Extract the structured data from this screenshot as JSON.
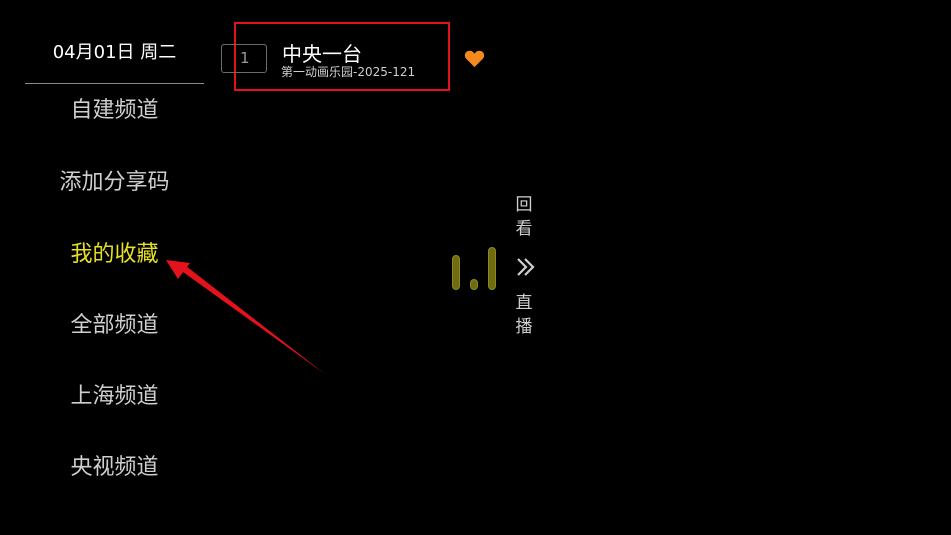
{
  "sidebar": {
    "date": "04月01日 周二",
    "categories": [
      {
        "label": "自建频道"
      },
      {
        "label": "添加分享码"
      },
      {
        "label": "我的收藏"
      },
      {
        "label": "全部频道"
      },
      {
        "label": "上海频道"
      },
      {
        "label": "央视频道"
      }
    ],
    "active_index": 2
  },
  "channel_list": {
    "items": [
      {
        "number": "1",
        "name": "中央一台",
        "program": "第一动画乐园-2025-121",
        "favorite": true
      }
    ]
  },
  "side_nav": {
    "replay_label": "回看",
    "live_label": "直播"
  },
  "icons": {
    "favorite": "heart-icon",
    "signal": "signal-bars-icon",
    "next": "double-chevron-right-icon"
  },
  "colors": {
    "background": "#000000",
    "active_category": "#e6e027",
    "highlight_border": "#e3121b",
    "favorite": "#f5891c",
    "annotation_arrow": "#e3121b"
  }
}
